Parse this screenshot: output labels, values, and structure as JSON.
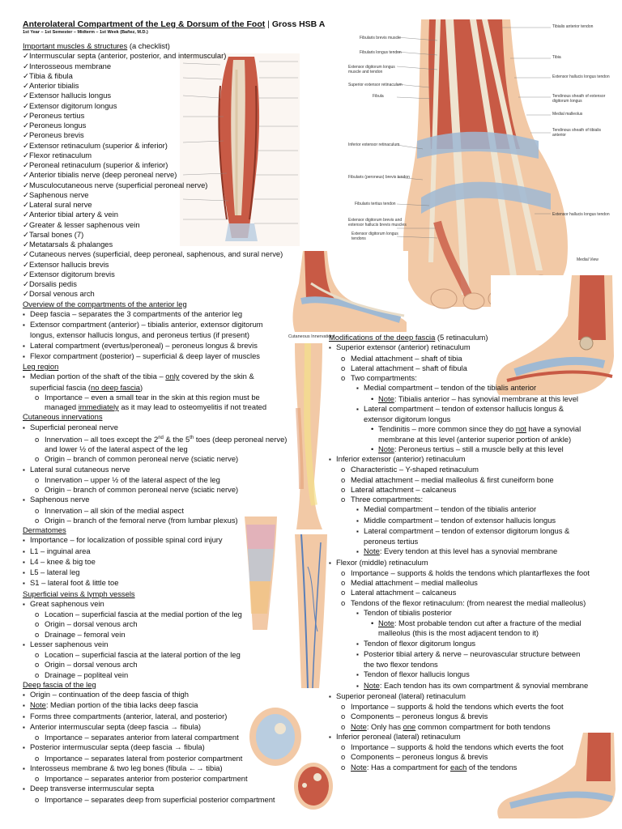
{
  "header": {
    "title": "Anterolateral Compartment of the Leg & Dorsum of the Foot",
    "title_suffix": "Gross HSB A",
    "subtitle": "1st Year – 1st Semester – Midterm – 1st Week (Bañez, M.D.)"
  },
  "figures": {
    "cutaneous_caption": "Cutaneous Innervation",
    "medial_view_caption": "Medial View",
    "foot_labels": {
      "tibialis_anterior_tendon": "Tibialis anterior tendon",
      "fibularis_brevis": "Fibularis brevis muscle",
      "fibularis_longus": "Fibularis longus tendon",
      "tibia": "Tibia",
      "edl": "Extensor digitorum longus muscle and tendon",
      "ehl": "Extensor hallucis longus tendon",
      "ser": "Superior extensor retinaculum",
      "sheaths": "Tendinous sheath of extensor digitorum longus",
      "fibula": "Fibula",
      "med_mall": "Medial malleolus",
      "sheath_ta": "Tendinous sheath of tibialis anterior",
      "ier": "Inferior extensor retinaculum",
      "fib_brevis_tendon": "Fibularis (peroneus) brevis tendon",
      "fib_tertius": "Fibularis tertius tendon",
      "ehl2": "Extensor hallucis longus tendon",
      "edb": "Extensor digitorum brevis and extensor hallucis brevis muscles",
      "edl_tendons": "Extensor digitorum longus tendons"
    }
  },
  "sections": {
    "checklist_title": "Important muscles & structures",
    "checklist_suffix": " (a checklist)",
    "checklist": [
      "Intermuscular septa (anterior, posterior, and intermuscular)",
      "Interosseous membrane",
      "Tibia & fibula",
      "Anterior tibialis",
      "Extensor hallucis longus",
      "Extensor digitorum longus",
      "Peroneus tertius",
      "Peroneus longus",
      "Peroneus brevis",
      "Extensor retinaculum (superior & inferior)",
      "Flexor retinaculum",
      "Peroneal retinaculum (superior & inferior)",
      "Anterior tibialis nerve (deep peroneal nerve)",
      "Musculocutaneous nerve (superficial peroneal nerve)",
      "Saphenous nerve",
      "Lateral sural nerve",
      "Anterior tibial artery & vein",
      "Greater & lesser saphenous vein",
      "Tarsal bones (7)",
      "Metatarsals & phalanges",
      "Cutaneous nerves (superficial, deep peroneal, saphenous, and sural nerve)",
      "Extensor hallucis brevis",
      "Extensor digitorum brevis",
      "Dorsalis pedis",
      "Dorsal venous arch"
    ],
    "overview_title": "Overview of the compartments of the anterior leg",
    "overview": [
      "Deep fascia – separates the 3 compartments of the anterior leg",
      "Extensor compartment (anterior) – tibialis anterior, extensor digitorum",
      "longus, extensor hallucis longus, and peroneus tertius (if present)",
      "Lateral compartment (evertus/peroneal) – peroneus longus & brevis",
      "Flexor compartment (posterior) – superficial & deep layer of muscles"
    ],
    "leg_region_title": "Leg region",
    "leg_region": [
      "Median portion of the shaft of the tibia – ",
      "only",
      " covered by the skin &",
      "superficial fascia (",
      "no deep fascia",
      ")",
      "Importance – even a small tear in the skin at this region must be",
      "managed ",
      "immediately",
      " as it may lead to osteomyelitis if not treated"
    ],
    "cutaneous_title": "Cutaneous innervations",
    "cutaneous": [
      "Superficial peroneal nerve",
      "Innervation – all toes except the 2",
      "nd",
      " & the 5",
      "th",
      " toes (deep peroneal nerve)",
      "and lower ½ of the lateral aspect of the leg",
      "Origin – branch of common peroneal nerve (sciatic nerve)",
      "Lateral sural cutaneous nerve",
      "Innervation – upper ½ of the lateral aspect of the leg",
      "Origin – branch of common peroneal nerve (sciatic nerve)",
      "Saphenous nerve",
      "Innervation – all skin of the medial aspect",
      "Origin – branch of the femoral nerve (from lumbar plexus)"
    ],
    "dermatomes_title": "Dermatomes",
    "dermatomes": [
      "Importance – for localization of possible spinal cord injury",
      "L1 – inguinal area",
      "L4 – knee & big toe",
      "L5 – lateral leg",
      "S1 – lateral foot & little toe"
    ],
    "veins_title": "Superficial veins & lymph vessels",
    "veins": [
      "Great saphenous vein",
      "Location – superficial fascia at the medial portion of the leg",
      "Origin – dorsal venous arch",
      "Drainage – femoral vein",
      "Lesser saphenous vein",
      "Location – superficial fascia at the lateral portion of the leg",
      "Origin – dorsal venous arch",
      "Drainage – popliteal vein"
    ],
    "deep_fascia_title": "Deep fascia of the leg",
    "deep_fascia": [
      "Origin – continuation of the deep fascia of thigh",
      "Note",
      ": Median portion of the tibia lacks deep fascia",
      "Forms three compartments (anterior, lateral, and posterior)",
      "Anterior intermuscular septa (deep fascia → fibula)",
      "Importance – separates anterior from lateral compartment",
      "Posterior intermuscular septa (deep fascia → fibula)",
      "Importance – separates lateral from posterior compartment",
      "Interosseus membrane & two leg bones (fibula ←→ tibia)",
      "Importance – separates anterior from posterior compartment",
      "Deep transverse intermuscular septa",
      "Importance – separates deep from superficial posterior compartment"
    ],
    "modifications_title": "Modifications of the deep fascia",
    "modifications_suffix": " (5 retinaculum)",
    "modifications": [
      "Superior extensor (anterior) retinaculum",
      "Medial attachment – shaft of tibia",
      "Lateral attachment – shaft of fibula",
      "Two compartments:",
      "Medial compartment – tendon of the tibialis anterior",
      "Note",
      ": Tibialis anterior – has synovial membrane at this level",
      "Lateral compartment – tendon of extensor hallucis longus &",
      "extensor digitorum longus",
      "Tendinitis – more common since they do ",
      "not",
      " have a synovial",
      "membrane at this level (anterior superior portion of ankle)",
      ": Peroneus tertius – still a muscle belly at this level",
      "Inferior extensor (anterior) retinaculum",
      "Characteristic – Y-shaped retinaculum",
      "Medial attachment – medial malleolus & first cuneiform bone",
      "Lateral attachment – calcaneus",
      "Three compartments:",
      "Medial compartment – tendon of the tibialis anterior",
      "Middle compartment – tendon of extensor hallucis longus",
      "Lateral compartment – tendon of extensor digitorum longus &",
      "peroneus tertius",
      ": Every tendon at this level has a synovial membrane",
      "Flexor (middle) retinaculum",
      "Importance – supports & holds the tendons which plantarflexes the foot",
      "Medial attachment – medial malleolus",
      "Lateral attachment – calcaneus",
      "Tendons of the flexor retinaculum: (from nearest the medial malleolus)",
      "Tendon of tibialis posterior",
      ": Most probable tendon cut after a fracture of the medial",
      "malleolus (this is the most adjacent tendon to it)",
      "Tendon of flexor digitorum longus",
      "Posterior tibial artery & nerve – neurovascular structure between",
      "the two flexor tendons",
      "Tendon of flexor hallucis longus",
      ": Each tendon has its own compartment & synovial membrane",
      "Superior peroneal (lateral) retinaculum",
      "Importance – supports & hold the tendons which everts the foot",
      "Components – peroneus longus & brevis",
      ": Only has ",
      "one",
      " common compartment for both tendons",
      "Inferior peroneal (lateral) retinaculum",
      "Importance – supports & hold the tendons which everts the foot",
      "Components – peroneus longus & brevis",
      ": Has a compartment for ",
      "each",
      " of the tendons"
    ]
  },
  "colors": {
    "muscle": "#c85a45",
    "tendon": "#e8dcc8",
    "skin": "#f2c9a6",
    "retinaculum": "#b9cde0"
  }
}
